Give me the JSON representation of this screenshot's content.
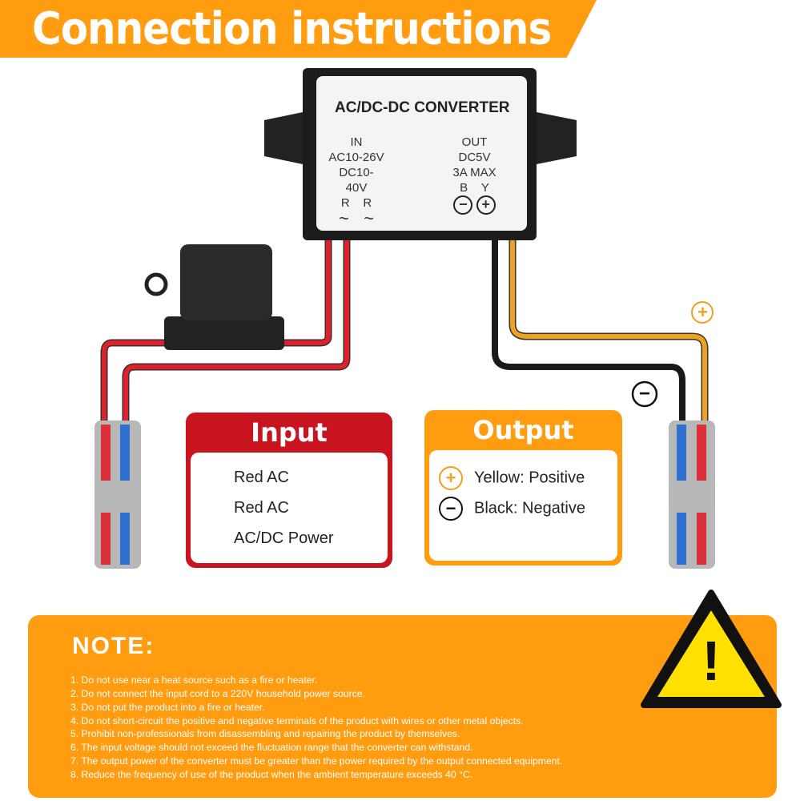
{
  "header": {
    "title": "Connection instructions"
  },
  "converter": {
    "title": "AC/DC-DC CONVERTER",
    "in_lines": [
      "IN",
      "AC10-26V",
      "DC10-40V"
    ],
    "in_pins": [
      "R",
      "R"
    ],
    "out_lines": [
      "OUT",
      "DC5V",
      "3A MAX"
    ],
    "out_pins": [
      "B",
      "Y"
    ],
    "ac_symbol": "~",
    "minus_symbol": "−",
    "plus_symbol": "+"
  },
  "input_card": {
    "title": "Input",
    "items": [
      "Red AC",
      "Red AC",
      "AC/DC Power"
    ]
  },
  "output_card": {
    "title": "Output",
    "items": [
      {
        "symbol": "+",
        "text": "Yellow: Positive"
      },
      {
        "symbol": "−",
        "text": "Black: Negative"
      }
    ]
  },
  "wire_markers": {
    "plus": "+",
    "minus": "−"
  },
  "note": {
    "title": "NOTE:",
    "items": [
      "1. Do not use near a heat source such as a fire or heater.",
      "2. Do not connect the input cord to a 220V household power source.",
      "3. Do not put the product into a fire or heater.",
      "4. Do not short-circuit the positive and negative terminals of the product with wires or other metal objects.",
      "5. Prohibit non-professionals from disassembling and repairing the product by themselves.",
      "6. The input voltage should not exceed the fluctuation range that the converter can withstand.",
      "7. The output power of the converter must be greater than the power required by the output connected equipment.",
      "8. Reduce the frequency of use of the product when the ambient temperature exceeds 40 °C."
    ],
    "warning_symbol": "!"
  },
  "colors": {
    "orange": "#FF9C10",
    "red": "#C8141E",
    "wire_yellow": "#F0A020"
  }
}
